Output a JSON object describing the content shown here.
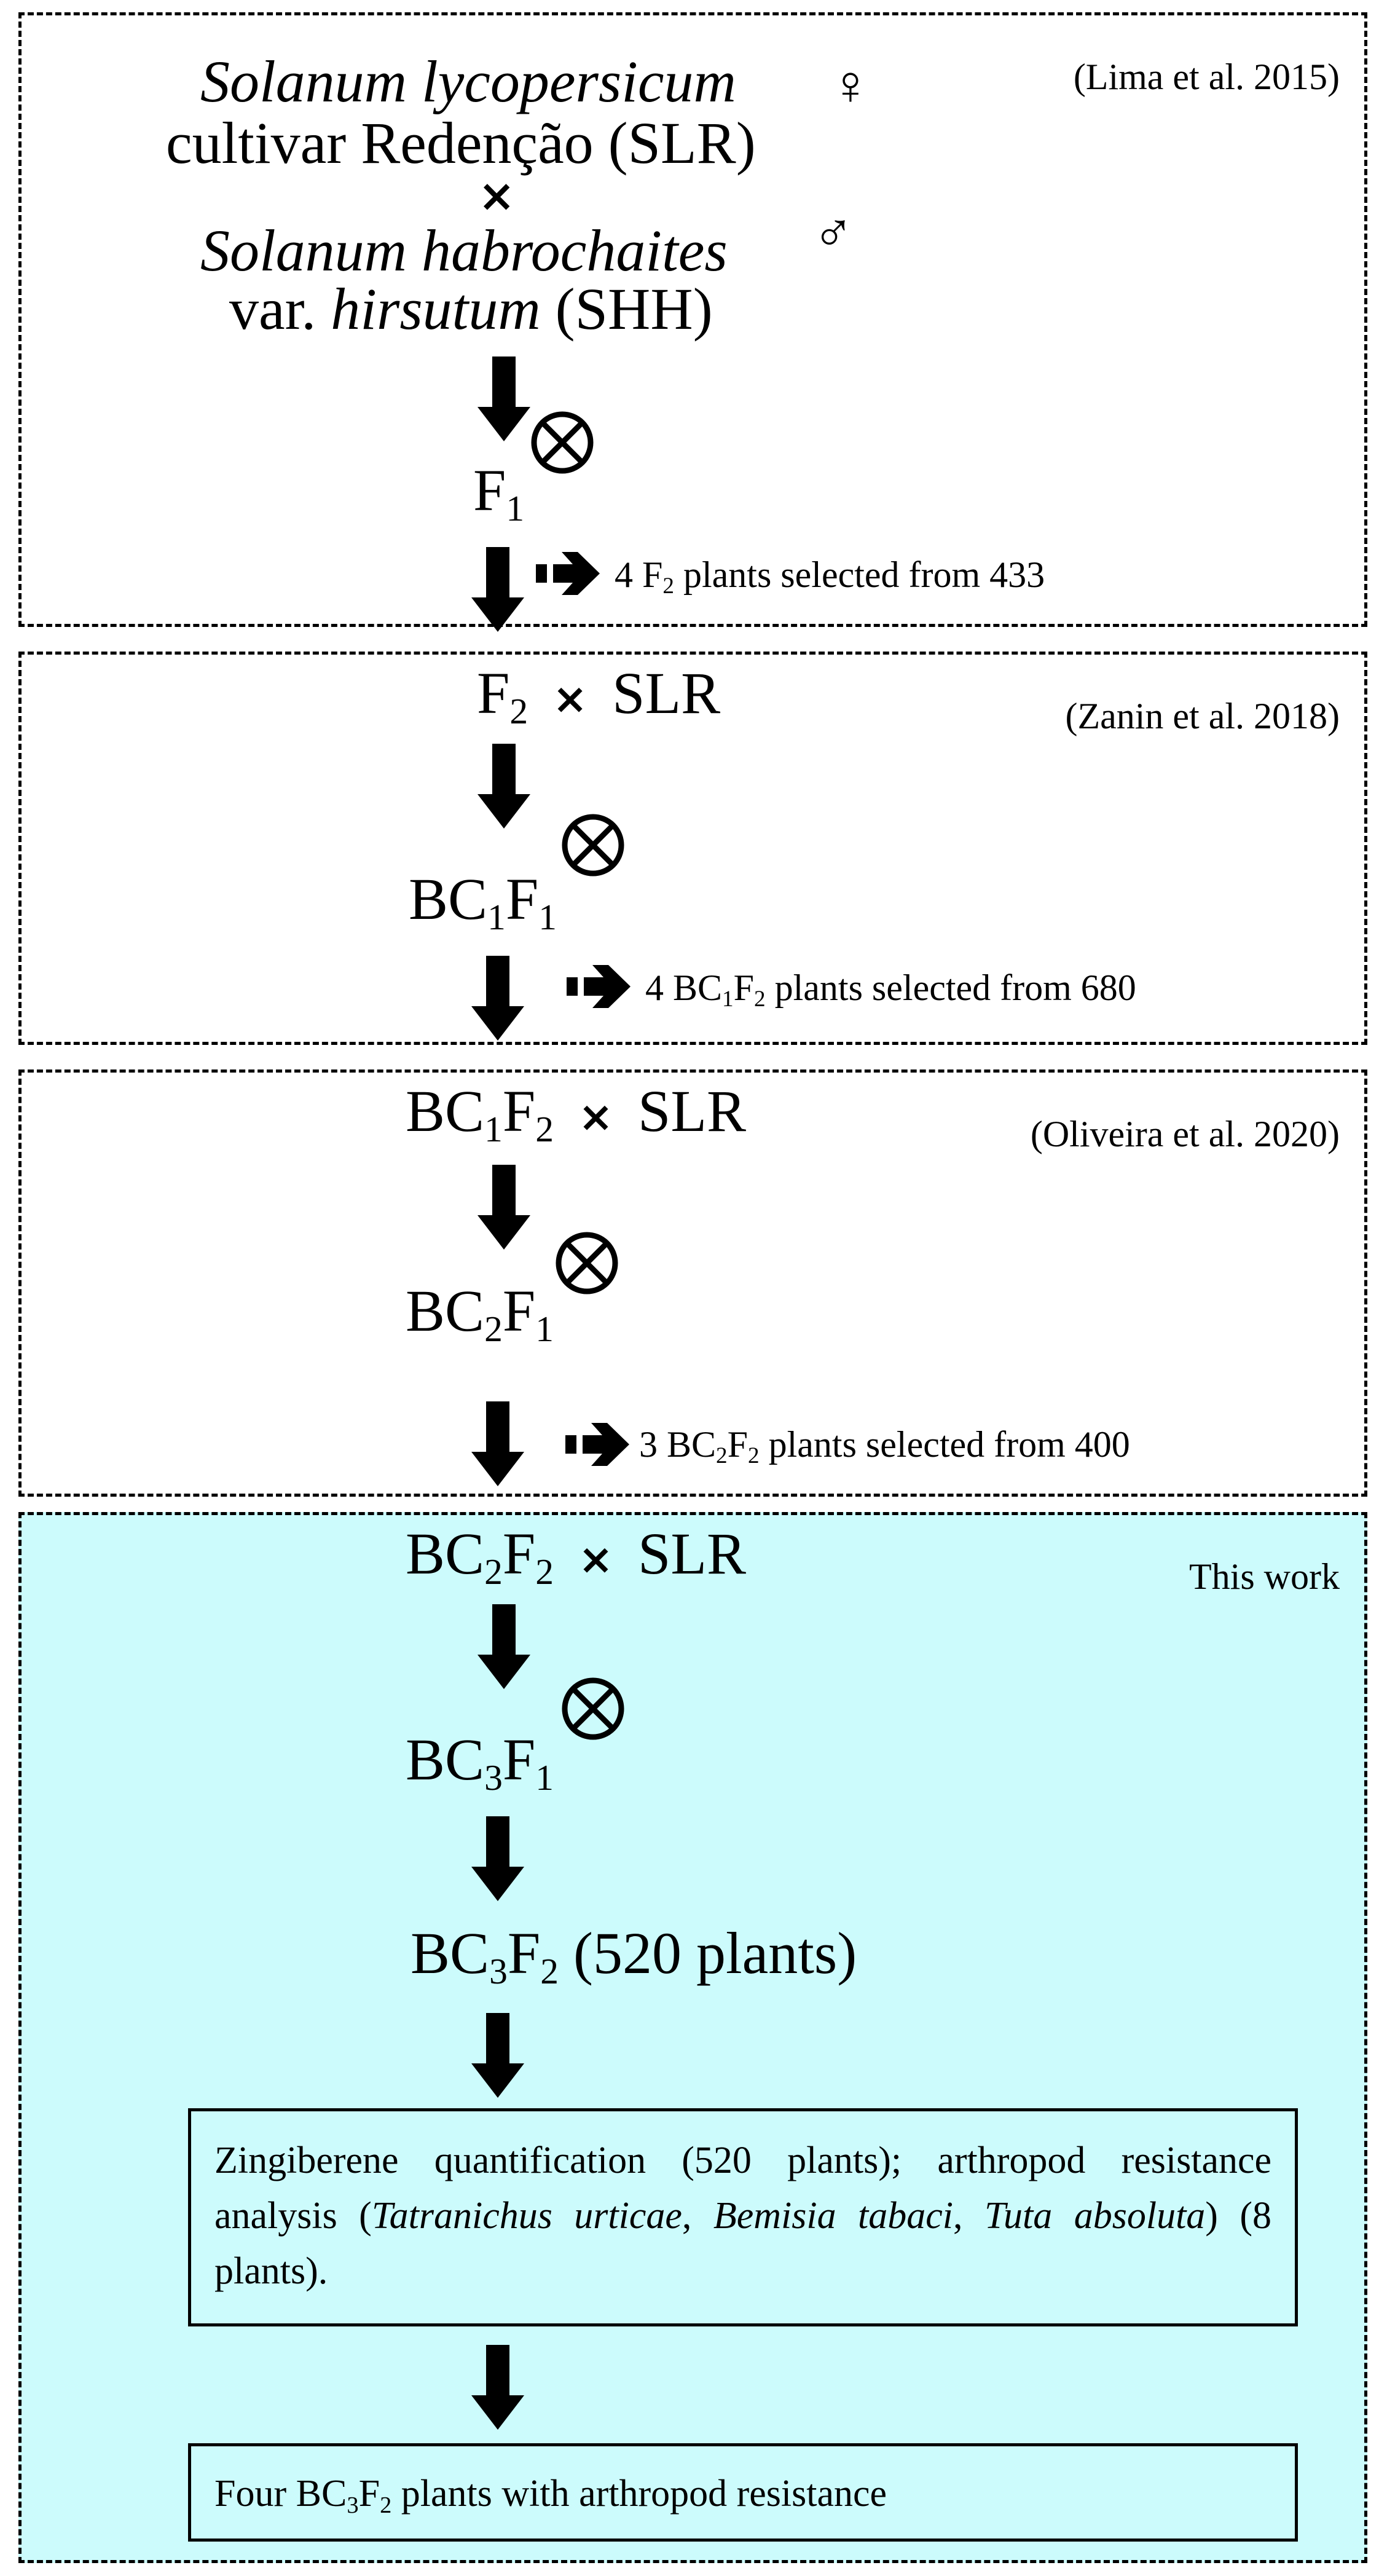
{
  "sections": [
    {
      "citation": "(Lima et al. 2015)",
      "parent1_species": "Solanum lycopersicum",
      "parent1_cultivar": "cultivar Redenção (SLR)",
      "female_symbol": "♀",
      "cross_symbol": "×",
      "parent2_species": "Solanum habrochaites",
      "parent2_var_prefix": "var.",
      "parent2_var_name": "hirsutum",
      "parent2_abbr": "(SHH)",
      "male_symbol": "♂",
      "selfing_symbol": "⊗",
      "generation": {
        "base": "F",
        "sub": "1"
      },
      "selection": {
        "count": "4",
        "gen_base": "F",
        "gen_sub": "2",
        "text": "plants selected from 433"
      }
    },
    {
      "citation": "(Zanin et al. 2018)",
      "cross": {
        "gen_base": "F",
        "gen_sub": "2",
        "symbol": "×",
        "parent": "SLR"
      },
      "selfing_symbol": "⊗",
      "generation": {
        "p1": "BC",
        "s1": "1",
        "p2": "F",
        "s2": "1"
      },
      "selection": {
        "count": "4",
        "p1": "BC",
        "s1": "1",
        "p2": "F",
        "s2": "2",
        "text": "plants selected from 680"
      }
    },
    {
      "citation": "(Oliveira et al. 2020)",
      "cross": {
        "p1": "BC",
        "s1": "1",
        "p2": "F",
        "s2": "2",
        "symbol": "×",
        "parent": "SLR"
      },
      "selfing_symbol": "⊗",
      "generation": {
        "p1": "BC",
        "s1": "2",
        "p2": "F",
        "s2": "1"
      },
      "selection": {
        "count": "3",
        "p1": "BC",
        "s1": "2",
        "p2": "F",
        "s2": "2",
        "text": "plants selected from 400"
      }
    },
    {
      "citation": "This work",
      "cross": {
        "p1": "BC",
        "s1": "2",
        "p2": "F",
        "s2": "2",
        "symbol": "×",
        "parent": "SLR"
      },
      "selfing_symbol": "⊗",
      "generation": {
        "p1": "BC",
        "s1": "3",
        "p2": "F",
        "s2": "1"
      },
      "population": {
        "p1": "BC",
        "s1": "3",
        "p2": "F",
        "s2": "2",
        "text": "(520 plants)"
      },
      "analysis": {
        "a": "Zingiberene quantification (520 plants); arthropod resistance analysis (",
        "sp1": "Tatranichus urticae",
        "c1": ", ",
        "sp2": "Bemisia tabaci",
        "c2": ", ",
        "sp3": "Tuta absoluta",
        "b": ") (8 plants)."
      },
      "result": {
        "a": "Four",
        "p1": "BC",
        "s1": "3",
        "p2": "F",
        "s2": "2",
        "text": "plants with arthropod resistance"
      }
    }
  ],
  "colors": {
    "highlight_bg": "#ccfbfc",
    "line": "#000000"
  }
}
